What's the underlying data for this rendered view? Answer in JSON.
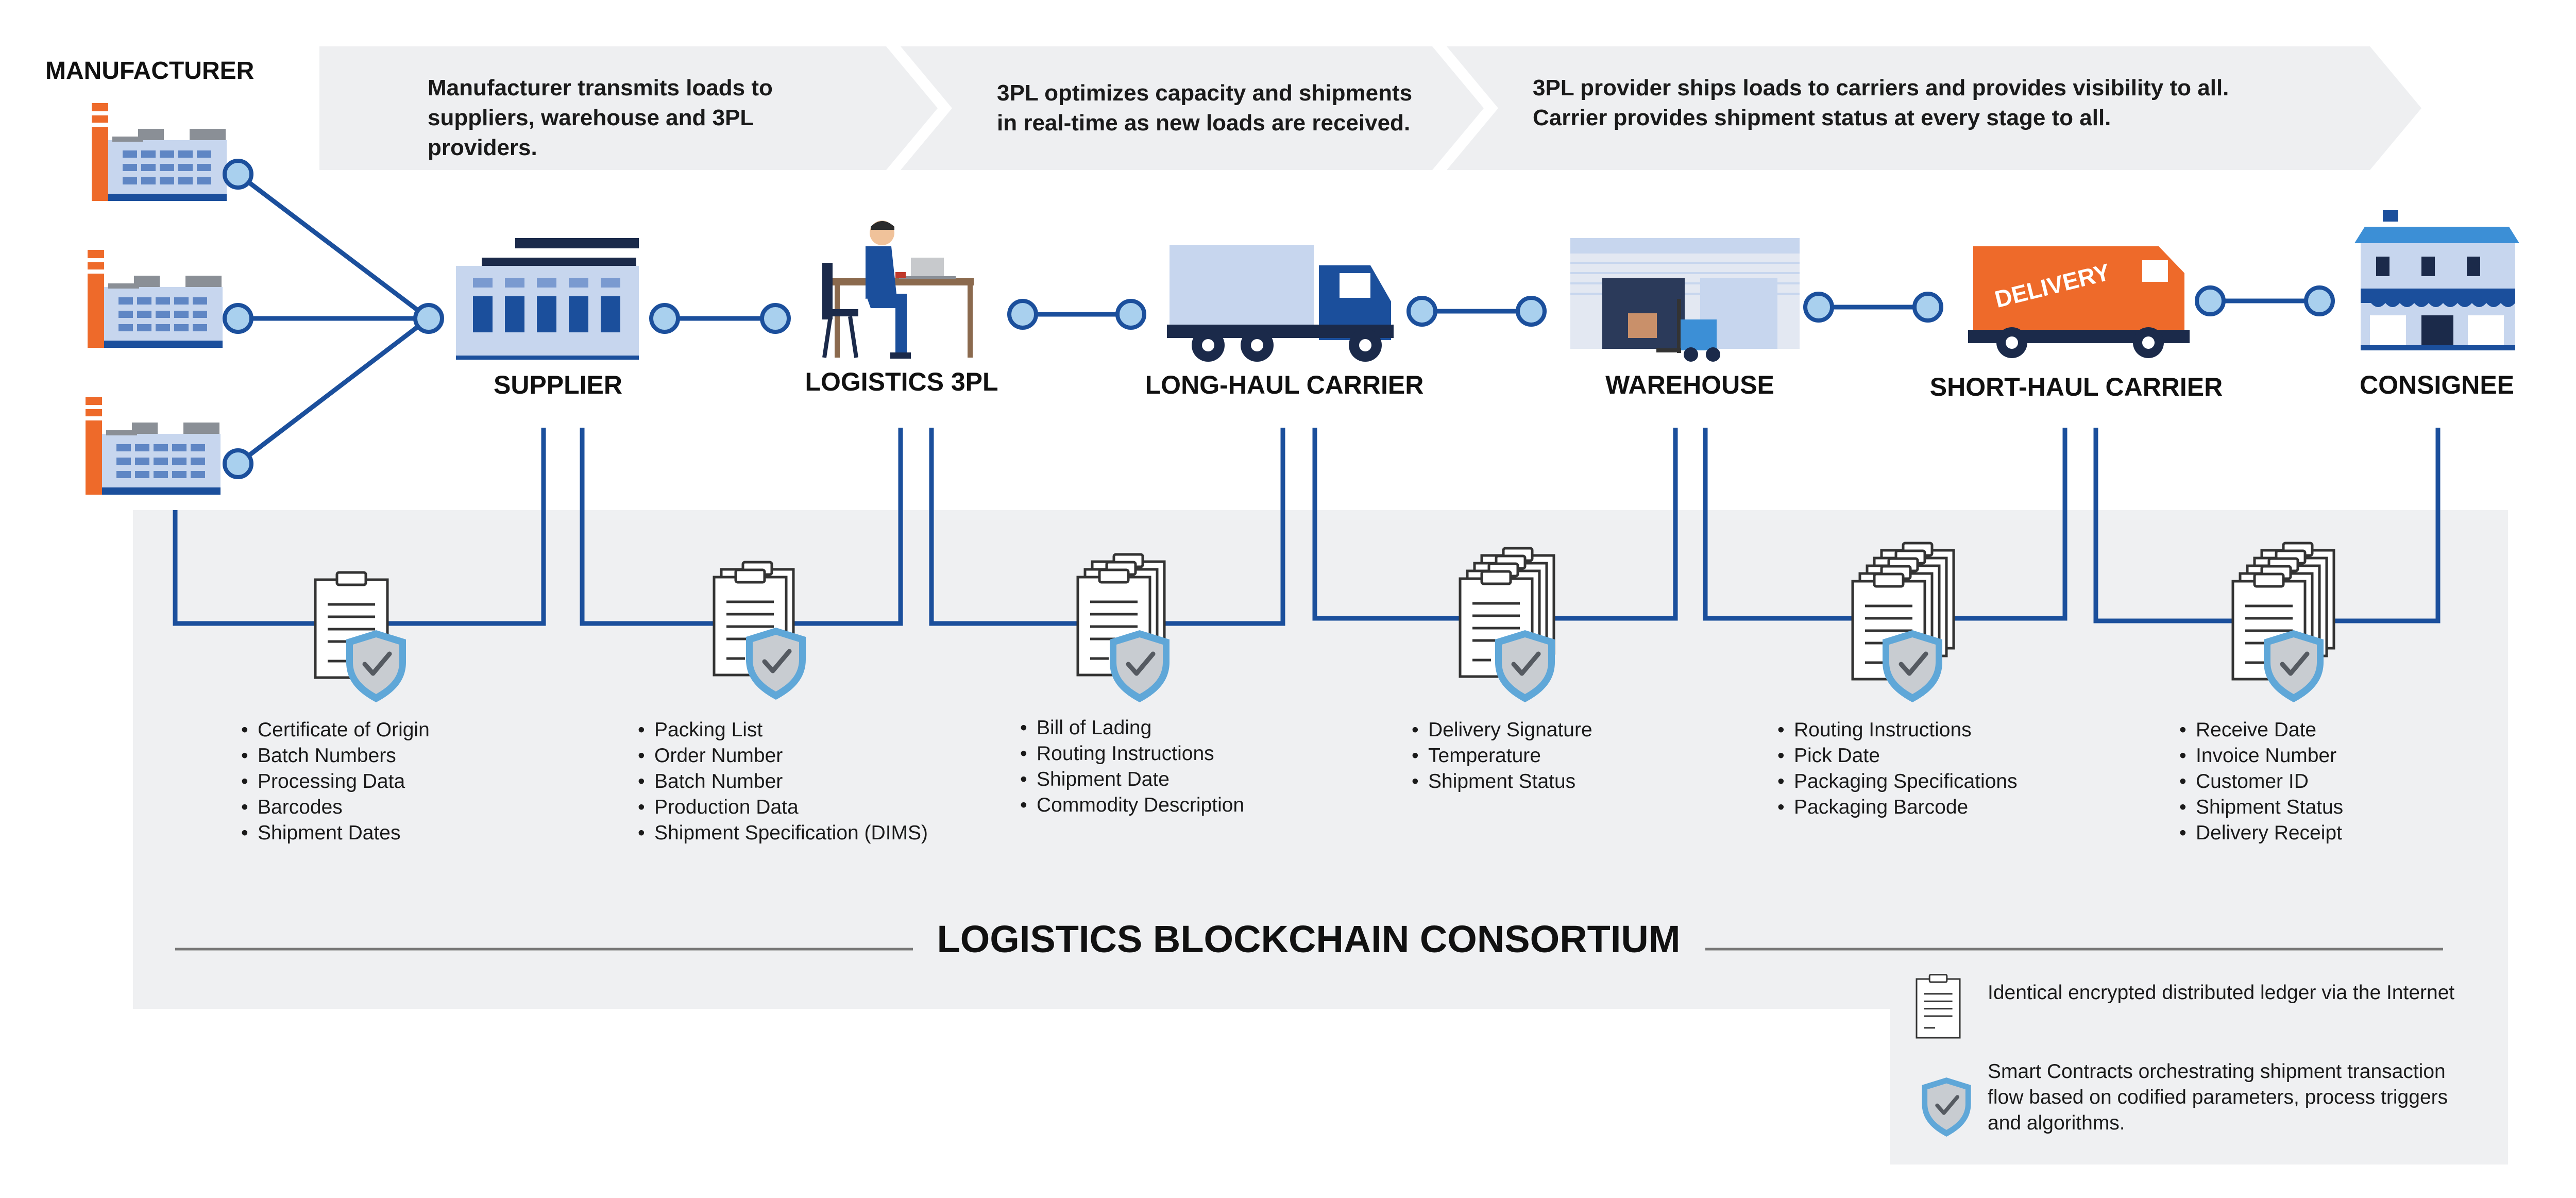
{
  "colors": {
    "node_blue": "#1b4f9c",
    "node_fill": "#a9d0ee",
    "banner_gray": "#eeeff1",
    "panel_gray": "#eff0f2",
    "factory_orange": "#ee6a2a",
    "truck_orange": "#ee6a2a",
    "shield_blue": "#5fa7d8",
    "shield_gray": "#c8ccd1"
  },
  "manufacturer": {
    "label": "MANUFACTURER",
    "icon": "factory-icon"
  },
  "banners": [
    {
      "text": "Manufacturer transmits loads to suppliers, warehouse and 3PL providers."
    },
    {
      "text": "3PL optimizes capacity and shipments in real-time as new loads are received."
    },
    {
      "text": "3PL provider ships loads to carriers and provides visibility to all. Carrier provides shipment status at every stage to all."
    }
  ],
  "stages": [
    {
      "label": "SUPPLIER",
      "icon": "building-icon"
    },
    {
      "label": "LOGISTICS 3PL",
      "icon": "person-at-desk-icon"
    },
    {
      "label": "LONG-HAUL CARRIER",
      "icon": "truck-icon"
    },
    {
      "label": "WAREHOUSE",
      "icon": "warehouse-forklift-icon"
    },
    {
      "label": "SHORT-HAUL CARRIER",
      "icon": "delivery-truck-icon",
      "truck_text": "DELIVERY"
    },
    {
      "label": "CONSIGNEE",
      "icon": "storefront-icon"
    }
  ],
  "documents": [
    {
      "icon": "clipboard-shield-icon",
      "items": [
        "Certificate of Origin",
        "Batch Numbers",
        "Processing Data",
        "Barcodes",
        "Shipment Dates"
      ]
    },
    {
      "icon": "document-stack-shield-icon",
      "items": [
        "Packing List",
        "Order Number",
        "Batch Number",
        "Production Data",
        "Shipment Specification (DIMS)"
      ]
    },
    {
      "icon": "document-stack-shield-icon",
      "items": [
        "Bill of Lading",
        "Routing Instructions",
        "Shipment Date",
        "Commodity Description"
      ]
    },
    {
      "icon": "document-stack-shield-icon",
      "items": [
        "Delivery Signature",
        "Temperature",
        "Shipment Status"
      ]
    },
    {
      "icon": "document-stack-shield-icon",
      "items": [
        "Routing Instructions",
        "Pick Date",
        "Packaging Specifications",
        "Packaging Barcode"
      ]
    },
    {
      "icon": "document-stack-shield-icon",
      "items": [
        "Receive Date",
        "Invoice Number",
        "Customer ID",
        "Shipment Status",
        "Delivery Receipt"
      ]
    }
  ],
  "consortium_title": "LOGISTICS BLOCKCHAIN CONSORTIUM",
  "legend": [
    {
      "icon": "ledger-document-icon",
      "text": "Identical encrypted distributed ledger via the Internet"
    },
    {
      "icon": "smart-contract-shield-icon",
      "text": "Smart Contracts orchestrating shipment transaction flow based on codified parameters, process triggers and algorithms."
    }
  ]
}
